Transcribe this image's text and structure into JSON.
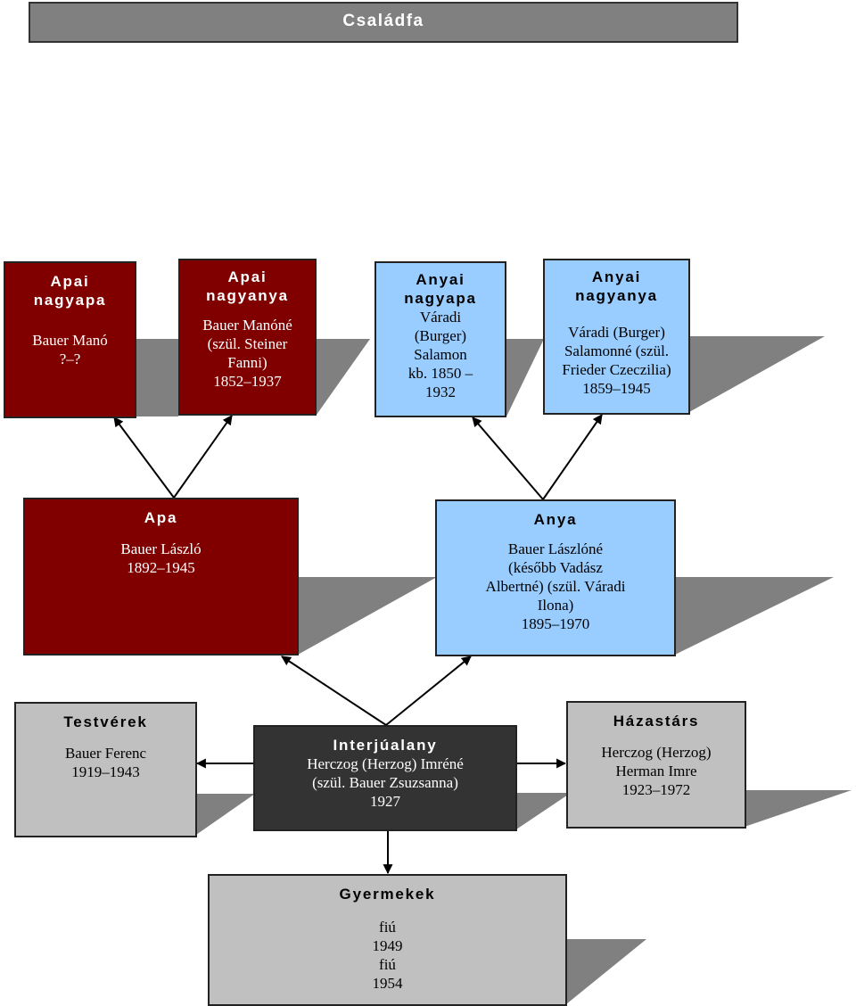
{
  "title": "Családfa",
  "paternal_grandfather": {
    "label": "Apai nagyapa",
    "name": "Bauer Manó",
    "dates": "?–?"
  },
  "paternal_grandmother": {
    "label": "Apai nagyanya",
    "name": "Bauer Manóné (szül. Steiner Fanni)",
    "dates": "1852–1937"
  },
  "maternal_grandfather": {
    "label": "Anyai nagyapa",
    "name": "Váradi (Burger) Salamon",
    "dates": "kb. 1850 – 1932"
  },
  "maternal_grandmother": {
    "label": "Anyai nagyanya",
    "name": "Váradi (Burger) Salamonné (szül. Frieder Czeczilia)",
    "dates": "1859–1945"
  },
  "father": {
    "label": "Apa",
    "name": "Bauer László",
    "dates": "1892–1945"
  },
  "mother": {
    "label": "Anya",
    "name": "Bauer Lászlóné (később Vadász Albertné) (szül. Váradi Ilona)",
    "dates": "1895–1970"
  },
  "siblings": {
    "label": "Testvérek",
    "name": "Bauer Ferenc",
    "dates": "1919–1943"
  },
  "interviewee": {
    "label": "Interjúalany",
    "name": "Herczog (Herzog) Imréné (szül. Bauer Zsuzsanna)",
    "dates": "1927"
  },
  "spouse": {
    "label": "Házastárs",
    "name": "Herczog (Herzog) Herman Imre",
    "dates": "1923–1972"
  },
  "children": {
    "label": "Gyermekek",
    "child1_name": "fiú",
    "child1_dates": "1949",
    "child2_name": "fiú",
    "child2_dates": "1954"
  },
  "colors": {
    "paternal": "#800000",
    "maternal": "#99ccff",
    "relative": "#c0c0c0",
    "interviewee": "#333333",
    "shadow": "#808080"
  }
}
